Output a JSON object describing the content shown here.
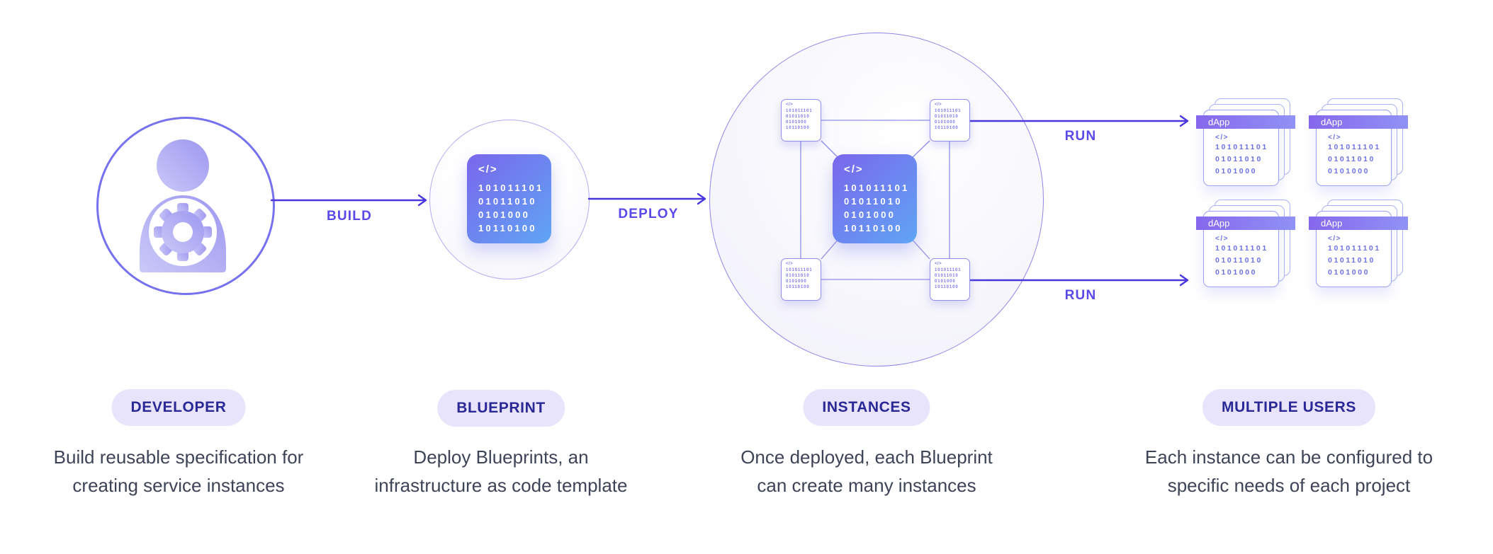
{
  "flow_labels": {
    "build": "BUILD",
    "deploy": "DEPLOY",
    "run_top": "RUN",
    "run_bottom": "RUN"
  },
  "blueprint_block": {
    "tag": "</>",
    "rows": [
      "101011101",
      "01011010",
      "0101000",
      "10110100"
    ]
  },
  "instance_card": {
    "tag": "</>",
    "rows": [
      "101011101",
      "01011010",
      "0101000",
      "10110100"
    ]
  },
  "dapp_card": {
    "title": "dApp",
    "tag": "</>",
    "rows": [
      "101011101",
      "01011010",
      "0101000"
    ]
  },
  "stages": [
    {
      "badge": "DEVELOPER",
      "desc": [
        "Build reusable specification for",
        "creating service instances"
      ]
    },
    {
      "badge": "BLUEPRINT",
      "desc": [
        "Deploy Blueprints, an",
        "infrastructure as code template"
      ]
    },
    {
      "badge": "INSTANCES",
      "desc": [
        "Once deployed, each Blueprint",
        "can create many instances"
      ]
    },
    {
      "badge": "MULTIPLE USERS",
      "desc": [
        "Each instance can be configured to",
        "specific needs of each project"
      ]
    }
  ],
  "colors": {
    "arrow": "#4936dc",
    "arrow_label": "#5a49e9",
    "connector": "#918de9",
    "badge_bg": "#e7e4fb",
    "badge_text": "#2a2896",
    "description_text": "#3e4458",
    "block_gradient_start": "#7a66ec",
    "block_gradient_end": "#5fa5f4",
    "banner_gradient_start": "#8667ec",
    "banner_gradient_end": "#9092f6",
    "card_text": "#7c78e9"
  }
}
